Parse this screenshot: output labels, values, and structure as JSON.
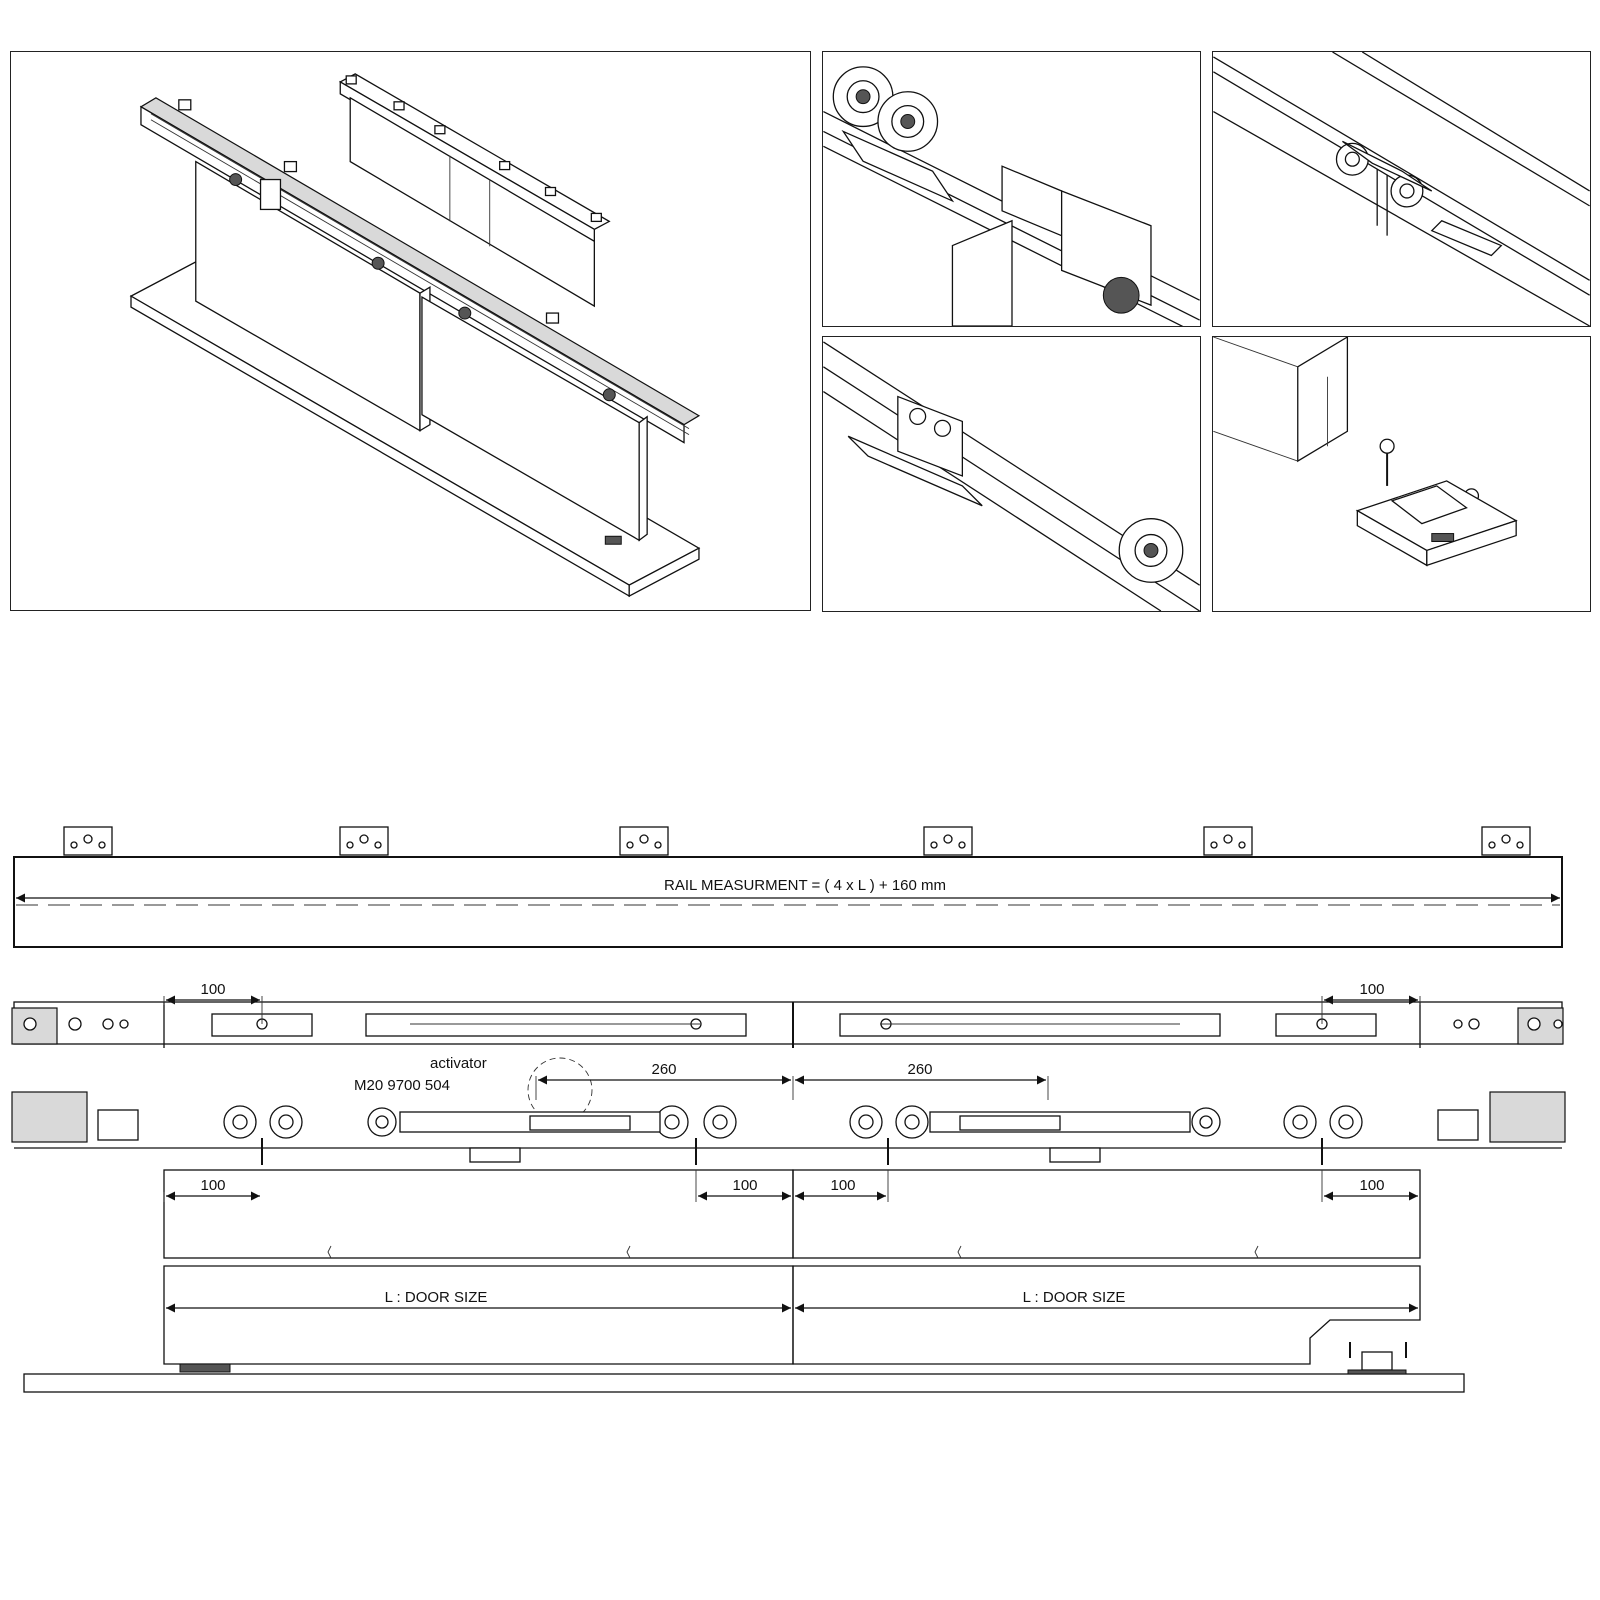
{
  "figure": {
    "rail_label": "RAIL MEASURMENT = (  4 x L  )  + 160 mm",
    "dim_top_left": "100",
    "dim_top_right": "100",
    "activator_label": "activator",
    "activator_code": "M20 9700 504",
    "dim_260_left": "260",
    "dim_260_right": "260",
    "dim_door_1_left": "100",
    "dim_door_1_right": "100",
    "dim_door_2_left": "100",
    "dim_door_2_right": "100",
    "door_size_left": "L : DOOR SIZE",
    "door_size_right": "L : DOOR SIZE"
  }
}
